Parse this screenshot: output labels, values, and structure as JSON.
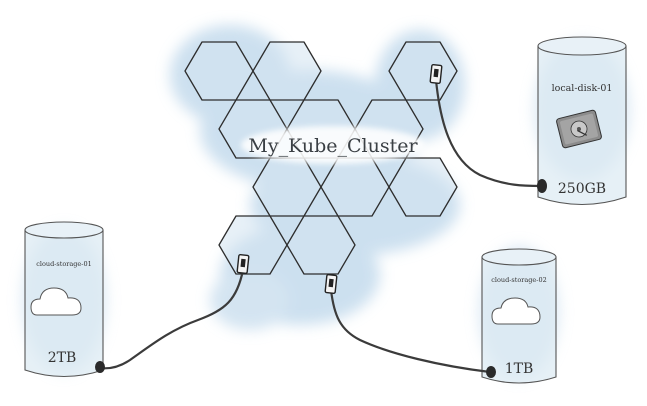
{
  "cluster": {
    "label": "My_Kube_Cluster"
  },
  "disks": {
    "local": {
      "name": "local-disk-01",
      "capacity": "250GB",
      "icon": "hard-drive-icon"
    },
    "cloud1": {
      "name": "cloud-storage-01",
      "capacity": "2TB",
      "icon": "cloud-icon"
    },
    "cloud2": {
      "name": "cloud-storage-02",
      "capacity": "1TB",
      "icon": "cloud-icon"
    }
  },
  "colors": {
    "watercolor": "#bcd6ea",
    "hex_fill": "#d4e4f0",
    "hex_stroke": "#2d2d2d",
    "disk_fill": "#dceaf2",
    "cable": "#3b3b3b"
  }
}
